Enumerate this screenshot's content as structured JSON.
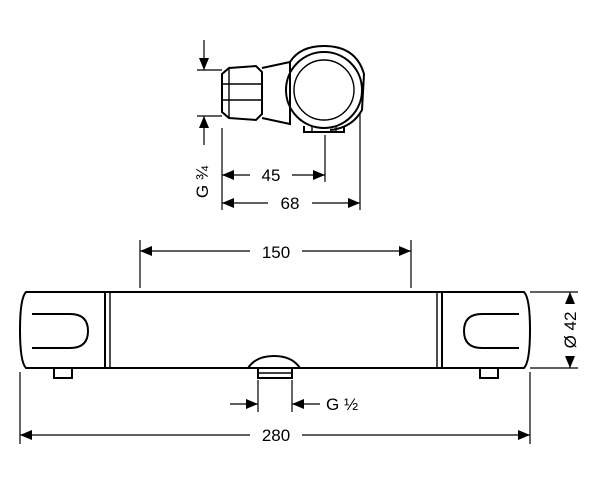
{
  "dimensions": {
    "top_inner_width": "45",
    "top_outer_width": "68",
    "top_thread": "G ¾",
    "body_spacing": "150",
    "body_diameter": "Ø 42",
    "bottom_thread": "G ½",
    "overall_length": "280"
  }
}
